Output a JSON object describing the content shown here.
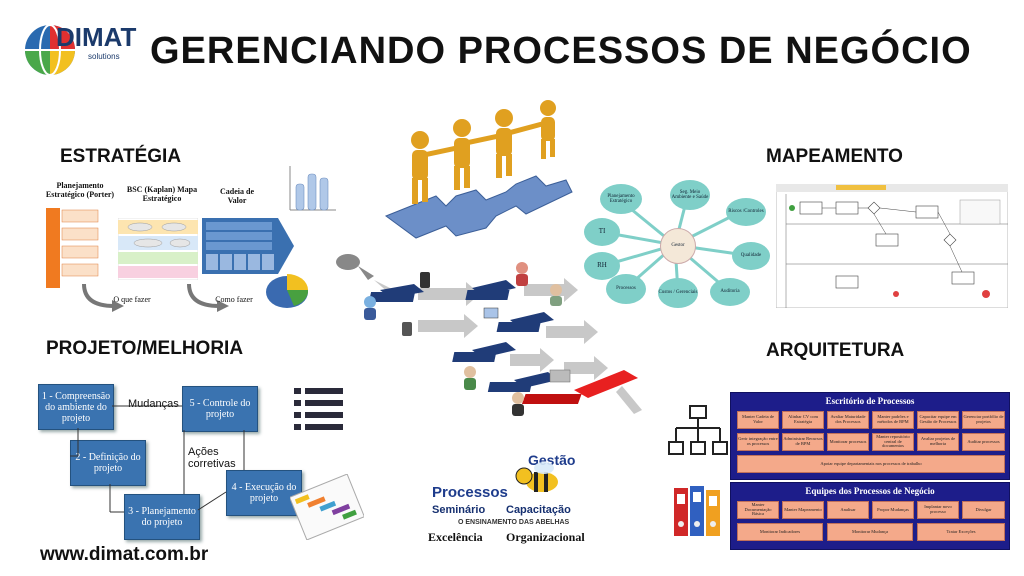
{
  "header": {
    "title": "GERENCIANDO PROCESSOS DE NEGÓCIO",
    "logo_text": "DIMAT",
    "logo_sub": "solutions"
  },
  "sections": {
    "estrategia": "ESTRATÉGIA",
    "mapeamento": "MAPEAMENTO",
    "projeto": "PROJETO/MELHORIA",
    "arquitetura": "ARQUITETURA"
  },
  "estrategia": {
    "col1": "Planejamento Estratégico (Porter)",
    "col2": "BSC (Kaplan) Mapa Estratégico",
    "col3": "Cadeia de Valor",
    "arrow1": "O que fazer",
    "arrow2": "Como fazer"
  },
  "mapeamento": {
    "center": "Gestor",
    "bubbles": [
      "Planejamento Estratégico",
      "Seg. Meio Ambiente e Saúde",
      "Riscos /Controles",
      "TI",
      "RH",
      "Qualidade",
      "Processos",
      "Custos / Gerenciais",
      "Auditoria"
    ]
  },
  "projeto": {
    "box1": "1 - Compreensão do ambiente do projeto",
    "box2": "2 - Definição do projeto",
    "box3": "3 - Planejamento do projeto",
    "box4": "4 - Execução do projeto",
    "box5": "5 - Controle do projeto",
    "mudancas": "Mudanças",
    "acoes": "Ações corretivas"
  },
  "arquitetura": {
    "panel1_title": "Escritório de Processos",
    "panel1_cells": [
      "Manter Cadeia de Valor",
      "Alinhar CV com Estratégia",
      "Avaliar Maturidade dos Processos",
      "Manter padrões e métodos de BPM",
      "Capacitar equipe em Gestão de Processos",
      "Gerenciar portfólio de projetos",
      "Gerir integração entre os processos",
      "Administrar Recursos de BPM",
      "Monitorar processos",
      "Manter repositório central de documentos",
      "Avaliar projetos de melhoria",
      "Auditar processos"
    ],
    "panel1_footer": "Apoiar equipe departamentais nos processos de trabalho",
    "panel2_title": "Equipes dos Processos de Negócio",
    "panel2_row1": [
      "Manter Documentação Básica",
      "Manter Mapeamento",
      "Analisar",
      "Propor Mudanças",
      "Implantar novo processo",
      "Divulgar"
    ],
    "panel2_row2": [
      "Monitorar Indicadores",
      "Monitorar Mudança",
      "Tratar Exceções"
    ]
  },
  "gestao_logo": {
    "gestao": "Gestão",
    "processos": "Processos",
    "seminario": "Seminário",
    "capacitacao": "Capacitação",
    "tagline": "O ENSINAMENTO DAS ABELHAS",
    "excelencia": "Excelência",
    "organizacional": "Organizacional"
  },
  "footer": {
    "url": "www.dimat.com.br"
  },
  "colors": {
    "box_blue": "#3a73b0",
    "panel_navy": "#1d1d8a",
    "cell_salmon": "#f4a98a",
    "puzzle_blue": "#6c8fc8",
    "figure_gold": "#e0a020"
  }
}
